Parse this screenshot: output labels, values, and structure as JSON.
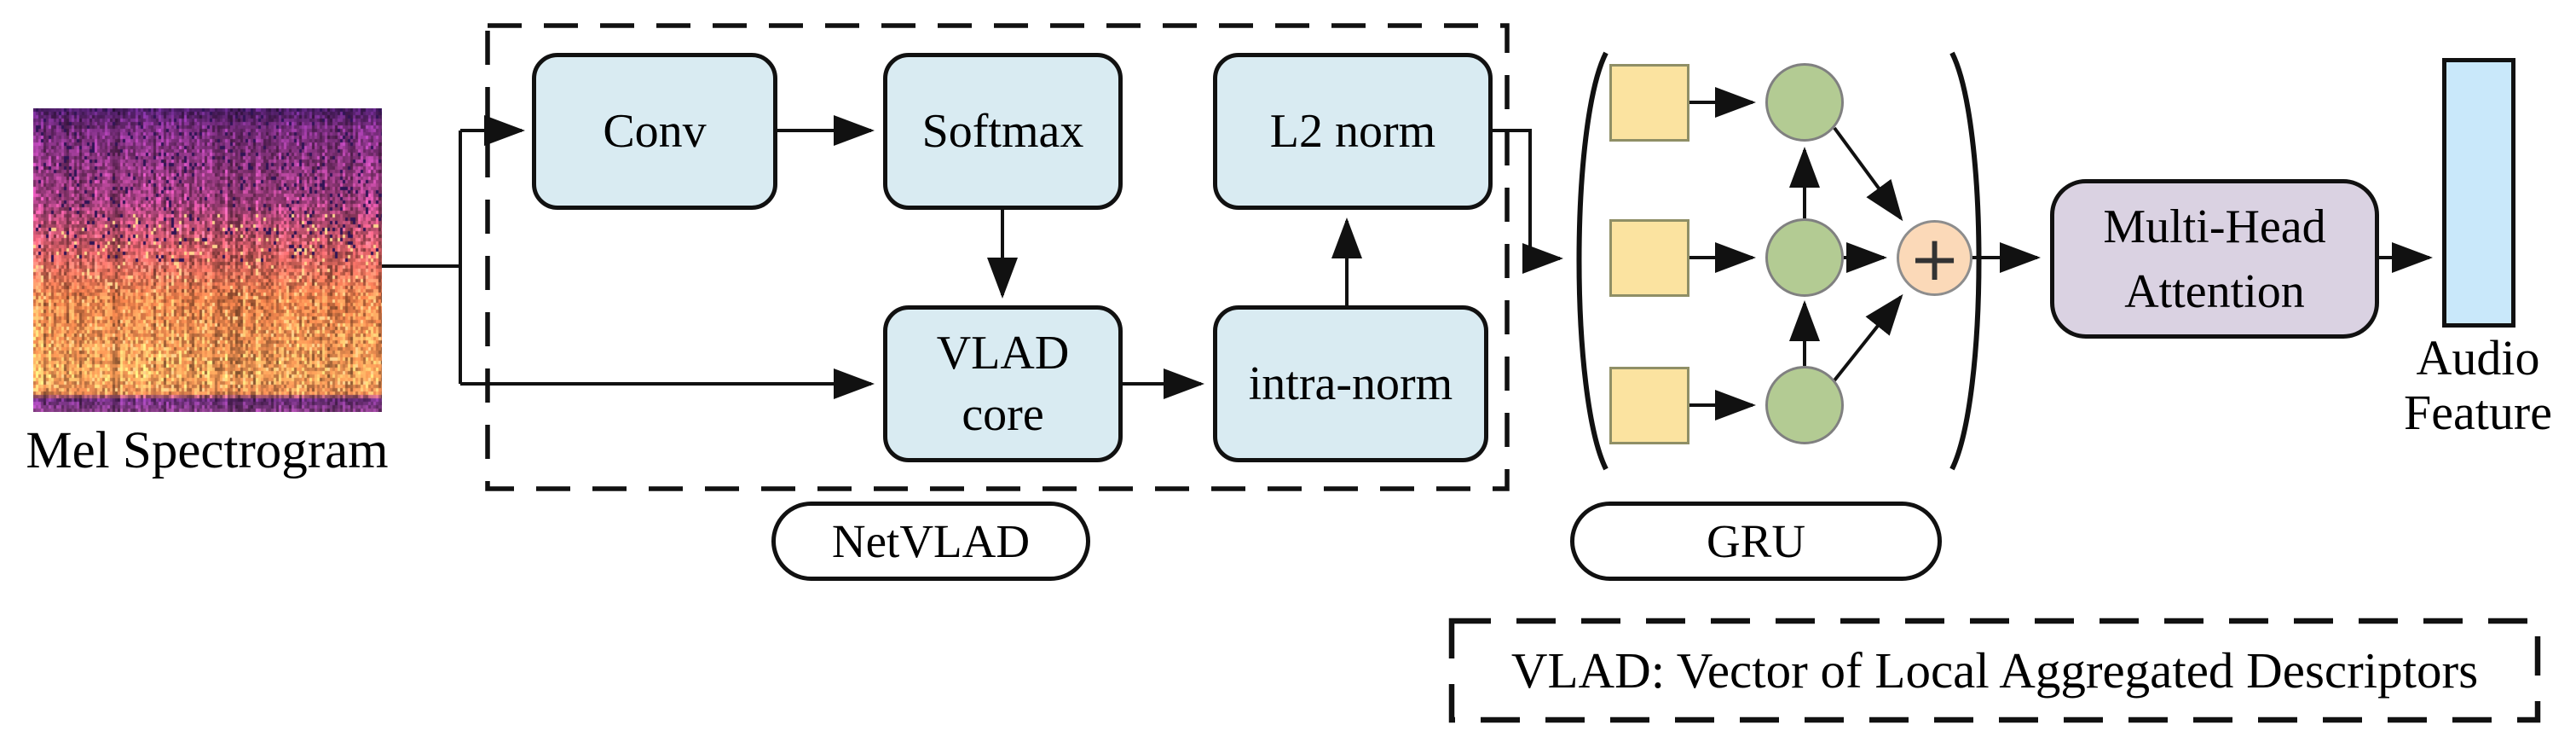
{
  "figure": {
    "input_label": "Mel Spectrogram",
    "legend_text": "VLAD: Vector of Local Aggregated Descriptors",
    "output_label": {
      "line1": "Audio",
      "line2": "Feature"
    }
  },
  "netvlad": {
    "group_label": "NetVLAD",
    "conv": "Conv",
    "softmax": "Softmax",
    "l2norm": "L2 norm",
    "vlad_core_line1": "VLAD",
    "vlad_core_line2": "core",
    "intra_norm": "intra-norm"
  },
  "gru": {
    "group_label": "GRU",
    "sum_symbol": "+"
  },
  "attention": {
    "line1": "Multi-Head",
    "line2": "Attention"
  },
  "colors": {
    "process_box_fill": "#d9ebf2",
    "attention_fill": "#dad2e2",
    "timestep_square_fill": "#fbe3a0",
    "gru_cell_fill": "#b3cb93",
    "sum_fill": "#fbd9b8",
    "feature_bar_fill": "#c9e8fa",
    "line_color": "#111111"
  }
}
